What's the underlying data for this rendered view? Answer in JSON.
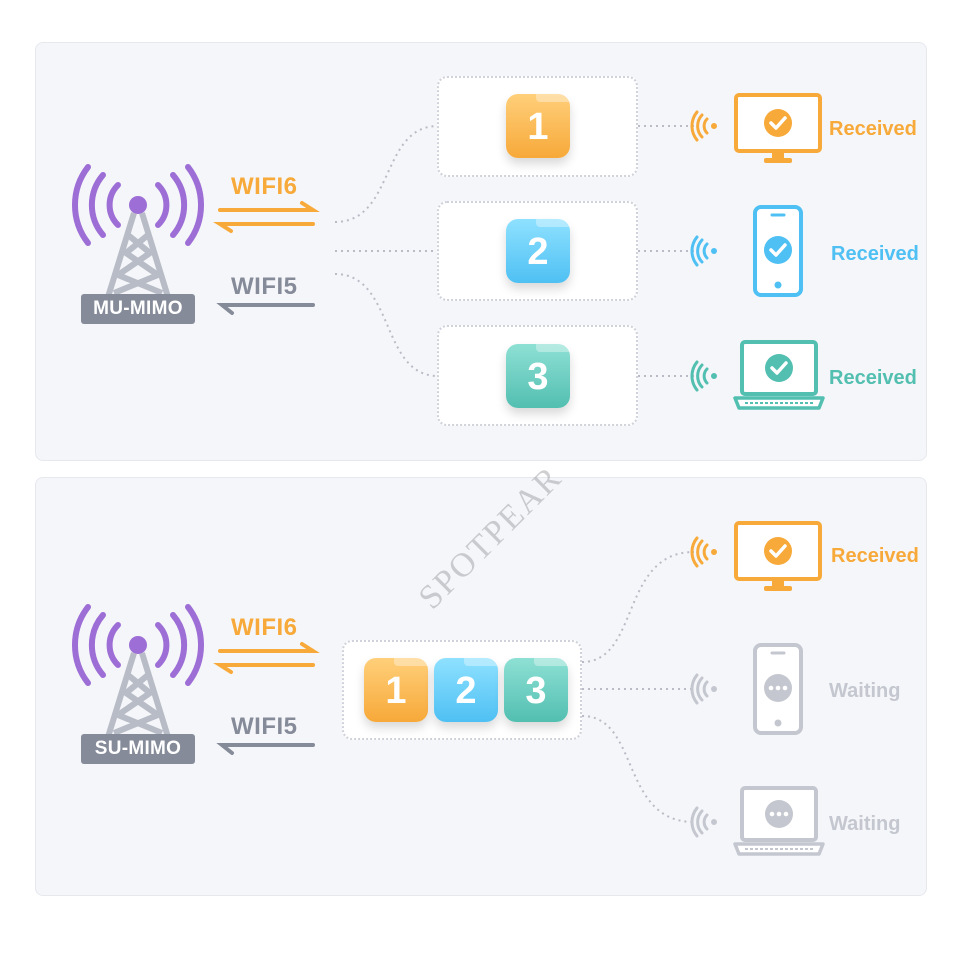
{
  "colors": {
    "orange": "#f7a93a",
    "blue": "#4fc0f3",
    "teal": "#52bfb1",
    "purple": "#9d6fd6",
    "gray": "#858b99",
    "inactive": "#c4c7cf"
  },
  "mu": {
    "badge": "MU-MIMO",
    "wifi6_label": "WIFI6",
    "wifi5_label": "WIFI5",
    "files": [
      {
        "num": "1",
        "color": "orange"
      },
      {
        "num": "2",
        "color": "blue"
      },
      {
        "num": "3",
        "color": "teal"
      }
    ],
    "devices": [
      {
        "icon": "monitor-icon",
        "status": "Received"
      },
      {
        "icon": "phone-icon",
        "status": "Received"
      },
      {
        "icon": "laptop-icon",
        "status": "Received"
      }
    ]
  },
  "su": {
    "badge": "SU-MIMO",
    "wifi6_label": "WIFI6",
    "wifi5_label": "WIFI5",
    "files": [
      {
        "num": "1",
        "color": "orange"
      },
      {
        "num": "2",
        "color": "blue"
      },
      {
        "num": "3",
        "color": "teal"
      }
    ],
    "devices": [
      {
        "icon": "monitor-icon",
        "status": "Received"
      },
      {
        "icon": "phone-icon",
        "status": "Waiting"
      },
      {
        "icon": "laptop-icon",
        "status": "Waiting"
      }
    ]
  },
  "watermark": "SPOTPEAR"
}
